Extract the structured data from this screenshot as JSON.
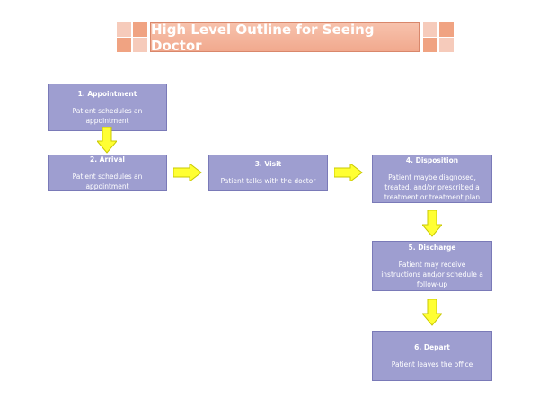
{
  "title": "High Level Outline for Seeing Doctor",
  "colors": {
    "box_fill": "#9e9ed0",
    "box_border": "#7a7ab8",
    "arrow_fill": "#ffff33",
    "arrow_border": "#c8c800",
    "title_fill": "#f1a98e",
    "square_light": "#f6cbbb",
    "square_dark": "#f0a382"
  },
  "steps": [
    {
      "title": "1.  Appointment",
      "desc": "Patient schedules an appointment"
    },
    {
      "title": "2.  Arrival",
      "desc": "Patient schedules an appointment"
    },
    {
      "title": "3.  Visit",
      "desc": "Patient talks with the doctor"
    },
    {
      "title": "4.  Disposition",
      "desc": "Patient maybe diagnosed, treated, and/or prescribed a treatment or treatment plan"
    },
    {
      "title": "5.  Discharge",
      "desc": "Patient may receive instructions and/or schedule a follow-up"
    },
    {
      "title": "6.  Depart",
      "desc": "Patient leaves the office"
    }
  ]
}
